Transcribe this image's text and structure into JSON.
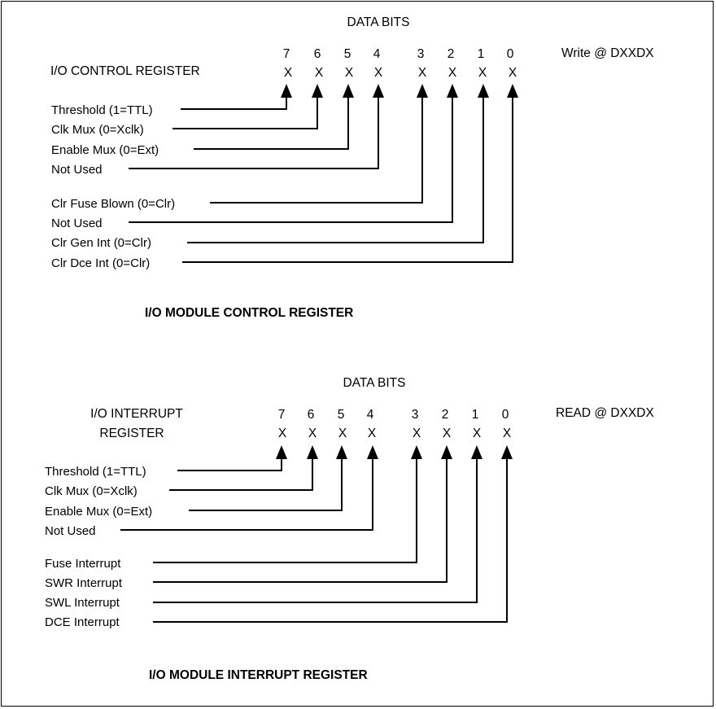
{
  "diagrams": [
    {
      "data_bits_title": "DATA BITS",
      "register_name_lines": [
        "I/O CONTROL REGISTER"
      ],
      "access": "Write @ DXXDX",
      "bit_numbers": [
        "7",
        "6",
        "5",
        "4",
        "3",
        "2",
        "1",
        "0"
      ],
      "bit_values": [
        "X",
        "X",
        "X",
        "X",
        "X",
        "X",
        "X",
        "X"
      ],
      "fields": [
        "Threshold (1=TTL)",
        "Clk Mux (0=Xclk)",
        "Enable Mux (0=Ext)",
        "Not Used",
        "Clr Fuse Blown (0=Clr)",
        "Not Used",
        "Clr Gen Int (0=Clr)",
        "Clr Dce Int (0=Clr)"
      ],
      "caption": "I/O MODULE CONTROL REGISTER"
    },
    {
      "data_bits_title": "DATA BITS",
      "register_name_lines": [
        "I/O INTERRUPT",
        "REGISTER"
      ],
      "access": "READ @ DXXDX",
      "bit_numbers": [
        "7",
        "6",
        "5",
        "4",
        "3",
        "2",
        "1",
        "0"
      ],
      "bit_values": [
        "X",
        "X",
        "X",
        "X",
        "X",
        "X",
        "X",
        "X"
      ],
      "fields": [
        "Threshold (1=TTL)",
        "Clk Mux (0=Xclk)",
        "Enable Mux (0=Ext)",
        "Not Used",
        "Fuse Interrupt",
        "SWR Interrupt",
        "SWL Interrupt",
        "DCE Interrupt"
      ],
      "caption": "I/O MODULE INTERRUPT REGISTER"
    }
  ]
}
